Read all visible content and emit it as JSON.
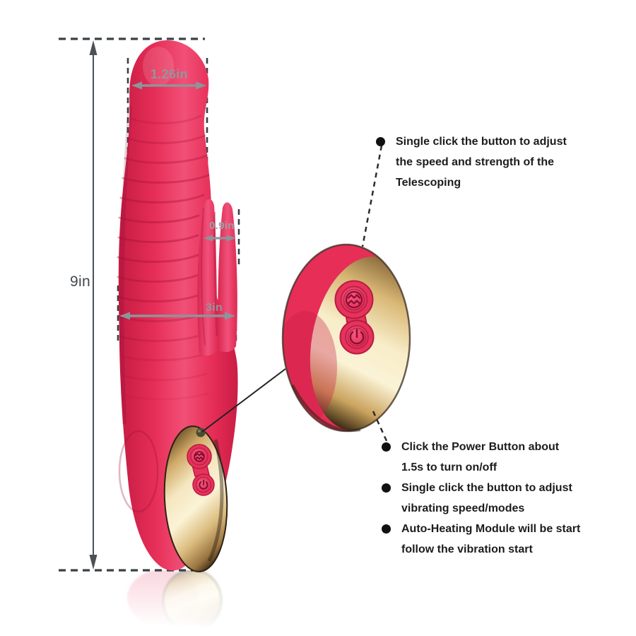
{
  "measurements": {
    "length": "9in",
    "head_width": "1.26in",
    "ear_width": "0.9in",
    "body_width": "3in"
  },
  "callouts": {
    "telescoping": "Single click the button to adjust\nthe speed and strength of the\nTelescoping",
    "power": "Click the Power Button about\n1.5s to turn on/off",
    "vibration": "Single click the button to adjust\nvibrating speed/modes",
    "heating": "Auto-Heating Module will be start\nfollow the vibration start"
  },
  "icons": {
    "top_button": "telescoping-wave-icon",
    "bottom_button": "power-icon"
  },
  "colors": {
    "body_pink": "#e62e57",
    "button_pink": "#e5335b",
    "engraving_red": "#8e0e33",
    "gold_highlight": "#fbf3d6",
    "gold_deep": "#7a5c30",
    "measure_gray": "#8e959a",
    "guide_dark": "#3b4045",
    "text_black": "#1c1c1c"
  }
}
